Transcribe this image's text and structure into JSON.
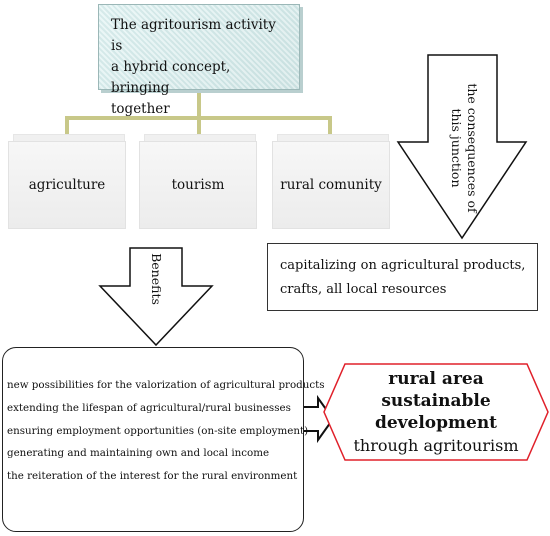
{
  "top_box": {
    "line1": "The agritourism activity is",
    "line2": "a hybrid concept, bringing",
    "line3": "together"
  },
  "components": [
    "agriculture",
    "tourism",
    "rural comunity"
  ],
  "consequences_arrow": {
    "line1": "the consequences of",
    "line2": "this junction"
  },
  "benefits_arrow": "Benefits",
  "consequences_box": {
    "line1": "capitalizing on agricultural products,",
    "line2": "crafts, all local resources"
  },
  "benefits_list": [
    "new possibilities for the valorization of agricultural products",
    "extending the lifespan of agricultural/rural businesses",
    "ensuring employment opportunities (on-site employment)",
    "generating and maintaining own and local income",
    "the reiteration of the interest for the rural environment"
  ],
  "outcome": {
    "line1": "rural area",
    "line2": "sustainable development",
    "line3": "through agritourism"
  },
  "colors": {
    "connector": "#c8c889",
    "top_box": "#d6eeee",
    "hexagon_border": "#e0202a"
  }
}
